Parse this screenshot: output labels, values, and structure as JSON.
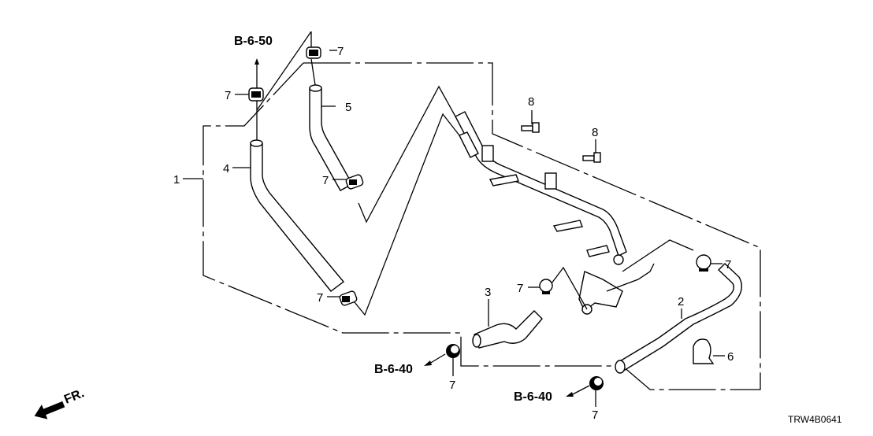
{
  "diagram": {
    "code": "TRW4B0641",
    "front_indicator": "FR.",
    "references": [
      {
        "id": "ref-top",
        "label": "B-6-50"
      },
      {
        "id": "ref-bottom-left",
        "label": "B-6-40"
      },
      {
        "id": "ref-bottom-right",
        "label": "B-6-40"
      }
    ],
    "callouts": {
      "c1": "1",
      "c2": "2",
      "c3": "3",
      "c4": "4",
      "c5": "5",
      "c6": "6",
      "c7a": "7",
      "c7b": "7",
      "c7c": "7",
      "c7d": "7",
      "c7e": "7",
      "c7f": "7",
      "c7g": "7",
      "c7h": "7",
      "c8a": "8",
      "c8b": "8"
    },
    "parts": [
      {
        "number": "1",
        "name": "water pipe assembly"
      },
      {
        "number": "2",
        "name": "hose"
      },
      {
        "number": "3",
        "name": "hose"
      },
      {
        "number": "4",
        "name": "hose"
      },
      {
        "number": "5",
        "name": "hose"
      },
      {
        "number": "6",
        "name": "clamp"
      },
      {
        "number": "7",
        "name": "hose clip"
      },
      {
        "number": "8",
        "name": "bolt"
      }
    ]
  }
}
